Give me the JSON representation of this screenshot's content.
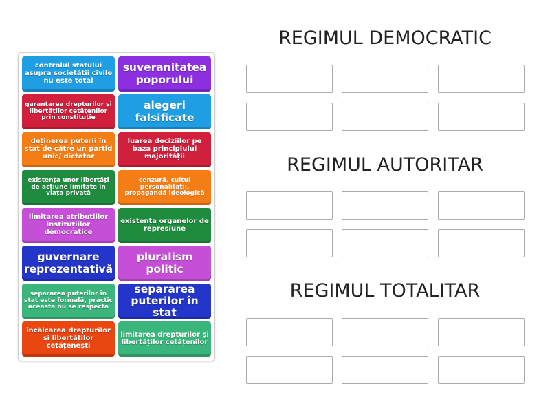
{
  "cards": [
    {
      "text": "controlul statului asupra societății civile nu este total",
      "color": "#1f9ee3"
    },
    {
      "text": "suveranitatea poporului",
      "color": "#8b2fe0"
    },
    {
      "text": "garantarea drepturilor și libertăților cetățenilor prin constituție",
      "color": "#d0203c"
    },
    {
      "text": "alegeri falsificate",
      "color": "#1f9ee3"
    },
    {
      "text": "deținerea puterii în stat de către un partid unic/ dictator",
      "color": "#f57d16"
    },
    {
      "text": "luarea deciziilor pe baza principiului majorității",
      "color": "#d0203c"
    },
    {
      "text": "existența unor libertăți de acțiune limitate în viața privată",
      "color": "#1f8b3f"
    },
    {
      "text": "cenzură, cultul personalității, propagandă ideologică",
      "color": "#f57d16"
    },
    {
      "text": "limitarea atribuțiilor instituțiilor democratice",
      "color": "#c64fd8"
    },
    {
      "text": "existența organelor de represiune",
      "color": "#1f8b3f"
    },
    {
      "text": "guvernare reprezentativă",
      "color": "#2436c9"
    },
    {
      "text": "pluralism politic",
      "color": "#c64fd8"
    },
    {
      "text": "separarea puterilor în stat este formală, practic aceasta nu se respectă",
      "color": "#3ab67c"
    },
    {
      "text": "separarea puterilor în stat",
      "color": "#2436c9"
    },
    {
      "text": "încălcarea drepturilor și libertăților cetățenești",
      "color": "#ea4612"
    },
    {
      "text": "limitarea drepturilor și libertăților cetățenilor",
      "color": "#3ab67c"
    }
  ],
  "groups": [
    {
      "title": "REGIMUL DEMOCRATIC"
    },
    {
      "title": "REGIMUL AUTORITAR"
    },
    {
      "title": "REGIMUL TOTALITAR"
    }
  ]
}
